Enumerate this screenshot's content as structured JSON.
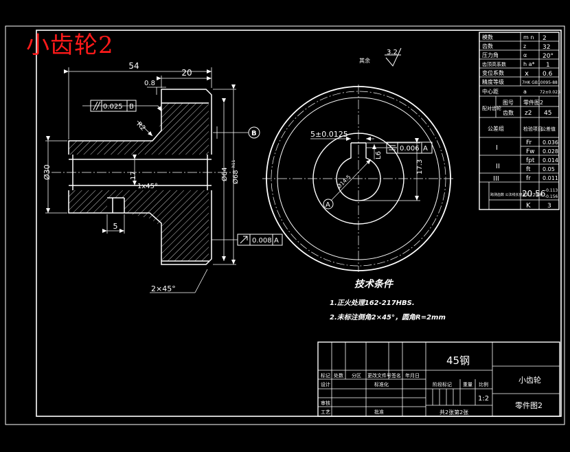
{
  "title": "小齿轮2",
  "colors": {
    "background": "#000000",
    "lines": "#ffffff",
    "title": "#ff1a1a"
  },
  "section_view": {
    "dim_54": "54",
    "dim_20": "20",
    "dim_0_8": "0.8",
    "parallel_tol": "0.025",
    "datum_b": "B",
    "r2": "R2",
    "dia30": "Ø30",
    "dim17": "17",
    "chamfer_1x45": "1x45°",
    "dia64": "Ø64",
    "dia68": "Ø68",
    "tol_h11": "h11",
    "dim5": "5",
    "runout_tol": "0.008",
    "datum_a": "A",
    "chamfer_2x45": "2×45°"
  },
  "front_view": {
    "key_width": "5±0.0125",
    "sym_tol": "0.006",
    "datum_a": "A",
    "l6": "L6",
    "dim_17_3": "17.3",
    "bore_label": "Ø14.5"
  },
  "roughness": {
    "label": "其余",
    "value": "3.2"
  },
  "notes": {
    "heading": "技术条件",
    "items": [
      "1.正火处理162-217HBS.",
      "2.未标注倒角2×45°，圆角R=2mm"
    ]
  },
  "param_table": [
    [
      "模数",
      "m n",
      "2"
    ],
    [
      "齿数",
      "z",
      "32"
    ],
    [
      "压力角",
      "α",
      "20°"
    ],
    [
      "齿顶高系数",
      "h a*",
      "1"
    ],
    [
      "变位系数",
      "x",
      "0.6"
    ],
    [
      "精度等级",
      "7HK GB10095-88",
      ""
    ],
    [
      "中心距",
      "a",
      "72±0.023"
    ]
  ],
  "mating": {
    "group": "配对齿轮",
    "label1": "图号",
    "value1": "零件图2",
    "label2": "齿数",
    "z": "z2",
    "zval": "45"
  },
  "tolerance_group": {
    "h1": "公差组",
    "h2": "检验项目",
    "h3": "公差值",
    "rows": [
      [
        "I",
        "Fr",
        "0.036"
      ],
      [
        "",
        "Fw",
        "0.028"
      ],
      [
        "II",
        "fpt",
        "0.014"
      ],
      [
        "",
        "ft",
        "0.05"
      ],
      [
        "III",
        "fr",
        "0.011"
      ]
    ],
    "span_label": "跨测齿数 公法线长度及其上下偏差",
    "span_value": "20.56",
    "span_up": "-0.113",
    "span_low": "-0.156",
    "k_label": "K",
    "k_val": "3"
  },
  "title_block": {
    "material": "45钢",
    "part_name": "小齿轮",
    "drawing_no": "零件图2",
    "scale": "1:2",
    "sheet": "共2张第2张",
    "headers": [
      "标记",
      "处数",
      "分区",
      "更改文件号",
      "签名",
      "年月日"
    ],
    "rows_left": [
      "设计",
      "审核",
      "工艺"
    ],
    "col2": [
      "标准化",
      "批准"
    ],
    "stage_labels": [
      "阶段标记",
      "重量",
      "比例"
    ]
  }
}
